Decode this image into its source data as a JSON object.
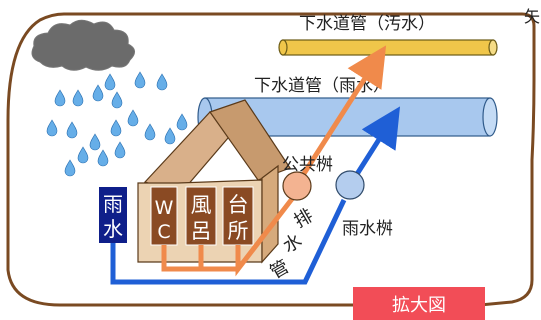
{
  "labels": {
    "sewer_wastewater": "下水道管（汚水）",
    "sewer_rainwater": "下水道管（雨水）",
    "public_basin": "公共桝",
    "drain_pipe": [
      "排",
      "水",
      "管"
    ],
    "rain_basin": "雨水桝",
    "rainwater_box": [
      "雨",
      "水"
    ],
    "wc_box": [
      "W",
      "C"
    ],
    "bath_box": [
      "風",
      "呂"
    ],
    "kitchen_box": [
      "台",
      "所"
    ],
    "enlarged_badge": "拡大図",
    "top_right_fragment": "矢"
  },
  "colors": {
    "frame": "#7a4a22",
    "wastewater_pipe": "#f0c64a",
    "rainwater_pipe": "#a8c8ee",
    "wastewater_flow": "#f08a4b",
    "rainwater_flow": "#1f5fd6",
    "rain_drop": "#66aee8",
    "cloud": "#6b6b6b",
    "house_roof": "#c79a6e",
    "house_wall": "#d6aa7c",
    "room_box": "#8a4a23",
    "rainwater_box": "#0f1f8a",
    "badge": "#f24d57"
  }
}
